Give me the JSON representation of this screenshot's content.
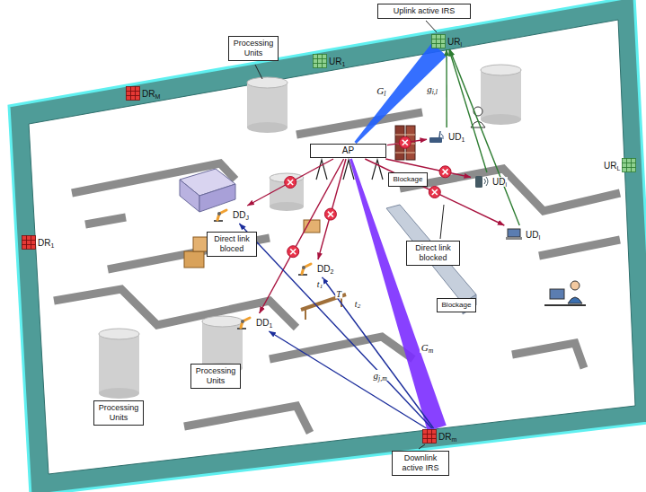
{
  "diagram": {
    "nodes": [
      {
        "text": [
          "Uplink active IRS"
        ]
      },
      {
        "text": [
          "UR1"
        ]
      },
      {
        "text": [
          "URl"
        ]
      },
      {
        "text": [
          "DRM"
        ]
      },
      {
        "text": [
          "Processing Units"
        ]
      },
      {
        "text": [
          "AP"
        ]
      },
      {
        "text": [
          "UD1"
        ]
      },
      {
        "text": [
          "UDi"
        ]
      },
      {
        "text": [
          "Blockage"
        ]
      },
      {
        "text": [
          "URL"
        ]
      },
      {
        "text": [
          "DDJ"
        ]
      },
      {
        "text": [
          "Direct link bloced"
        ]
      },
      {
        "text": [
          "Direct link blocked"
        ]
      },
      {
        "text": [
          "UDI"
        ]
      },
      {
        "text": [
          "DR1"
        ]
      },
      {
        "text": [
          "DD2"
        ]
      },
      {
        "text": [
          "Blockage"
        ]
      },
      {
        "text": [
          "DD1"
        ]
      },
      {
        "text": [
          "Processing Units"
        ]
      },
      {
        "text": [
          "DRm"
        ]
      },
      {
        "text": [
          "Processing Units"
        ]
      },
      {
        "text": [
          "Downlink active IRS"
        ]
      }
    ],
    "edges": [
      {
        "from": 2,
        "to": 5,
        "arrow": "none",
        "label": "Gl"
      },
      {
        "from": 6,
        "to": 2,
        "arrow": "to",
        "label": "gi,l"
      },
      {
        "from": 7,
        "to": 2,
        "arrow": "to"
      },
      {
        "from": 13,
        "to": 2,
        "arrow": "to"
      },
      {
        "from": 5,
        "to": 6,
        "arrow": "to"
      },
      {
        "from": 5,
        "to": 7,
        "arrow": "to"
      },
      {
        "from": 5,
        "to": 13,
        "arrow": "to"
      },
      {
        "from": 5,
        "to": 10,
        "arrow": "to"
      },
      {
        "from": 5,
        "to": 15,
        "arrow": "to"
      },
      {
        "from": 5,
        "to": 17,
        "arrow": "to"
      },
      {
        "from": 5,
        "to": 19,
        "arrow": "none",
        "label": "Gm"
      },
      {
        "from": 19,
        "to": 10,
        "arrow": "to"
      },
      {
        "from": 19,
        "to": 15,
        "arrow": "to",
        "label": "gj,m"
      },
      {
        "from": 19,
        "to": 17,
        "arrow": "to"
      }
    ],
    "labels": [
      "t1",
      "T",
      "t2"
    ]
  }
}
